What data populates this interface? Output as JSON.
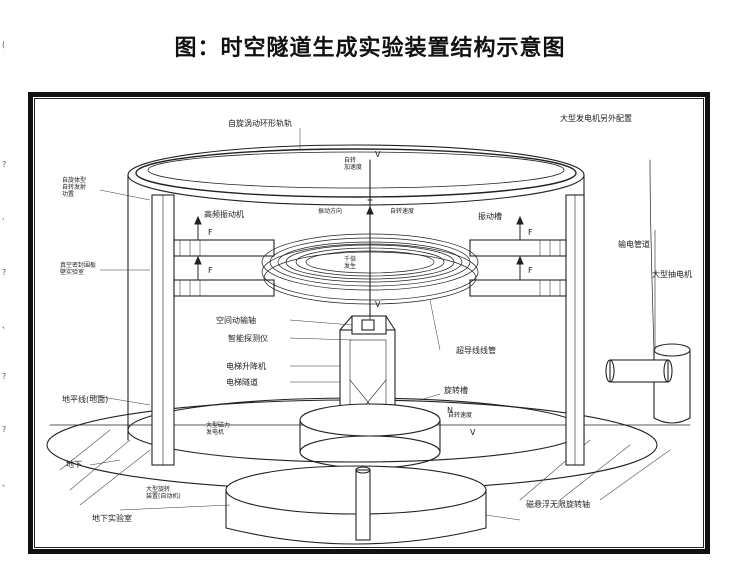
{
  "title": "图：时空隧道生成实验装置结构示意图",
  "labels": {
    "top_ring": "自旋涡动环形轨轨",
    "top_right_note": "大型发电机另外配置",
    "top_speed": "自转\n加速度",
    "left_ring_support": "自旋体型\n自转发射\n功置",
    "vibrator_left": "高频振动机",
    "vibrator_right": "振动槽",
    "vibration_center": "振动方向",
    "rotation_speed": "自转速度",
    "vacuum_wall": "真空密封围板\n壁实验室",
    "center_plate": "千倍\n发生",
    "power_line": "输电管道",
    "big_generator": "大型抽电机",
    "axle": "空间动输轴",
    "detector": "智能探测仪",
    "elevator": "电梯升降机",
    "elevator_shaft": "电梯隧道",
    "coil": "超导线线管",
    "rotating_slot": "旋转槽",
    "ground_line": "地平线(地面)",
    "rotation_speed_bottom": "自转速度",
    "big_magnet": "大型磁力\n发电机",
    "big_spin_device": "大型旋转\n装置(自动机)",
    "underground": "地下",
    "underground_lab": "地下实验室",
    "bottom_magnet_axis": "磁悬浮无限旋转轴"
  },
  "force_letters": {
    "f": "F",
    "v": "V",
    "n": "N"
  },
  "margin_marks": [
    "(",
    "?",
    ",",
    "?",
    "、",
    "?",
    "?",
    "、"
  ]
}
